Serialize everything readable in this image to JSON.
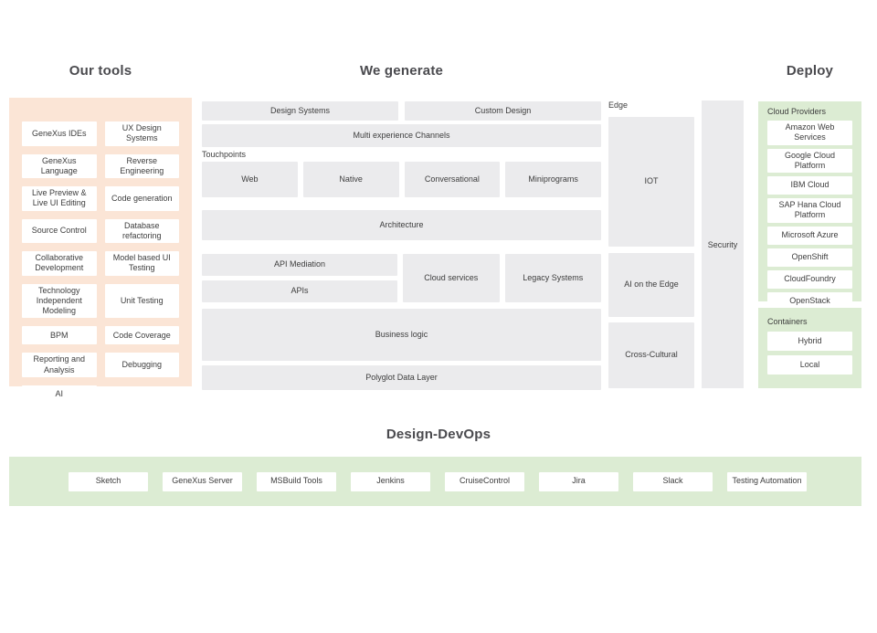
{
  "headers": {
    "our_tools": "Our tools",
    "we_generate": "We generate",
    "deploy": "Deploy",
    "design_devops": "Design-DevOps"
  },
  "tools": {
    "items": [
      "GeneXus IDEs",
      "UX Design Systems",
      "GeneXus Language",
      "Reverse Engineering",
      "Live Preview & Live UI Editing",
      "Code generation",
      "Source Control",
      "Database refactoring",
      "Collaborative Development",
      "Model based UI Testing",
      "Technology Independent Modeling",
      "Unit Testing",
      "BPM",
      "Code Coverage",
      "Reporting and Analysis",
      "Debugging",
      "AI"
    ]
  },
  "generate": {
    "design_systems": "Design Systems",
    "custom_design": "Custom Design",
    "multi_experience": "Multi experience Channels",
    "touchpoints_label": "Touchpoints",
    "touchpoints": [
      "Web",
      "Native",
      "Conversational",
      "Miniprograms"
    ],
    "architecture": "Architecture",
    "api_mediation": "API Mediation",
    "apis": "APIs",
    "cloud_services": "Cloud services",
    "legacy_systems": "Legacy Systems",
    "business_logic": "Business logic",
    "polyglot_data_layer": "Polyglot Data Layer"
  },
  "edge": {
    "label": "Edge",
    "items": [
      "IOT",
      "AI on the Edge",
      "Cross-Cultural"
    ]
  },
  "security": {
    "label": "Security"
  },
  "deploy": {
    "cloud_providers_label": "Cloud Providers",
    "cloud_providers": [
      "Amazon Web Services",
      "Google Cloud Platform",
      "IBM Cloud",
      "SAP Hana Cloud Platform",
      "Microsoft Azure",
      "OpenShift",
      "CloudFoundry",
      "OpenStack"
    ],
    "containers_label": "Containers",
    "containers": [
      "Hybrid",
      "Local"
    ]
  },
  "devops": {
    "items": [
      "Sketch",
      "GeneXus Server",
      "MSBuild Tools",
      "Jenkins",
      "CruiseControl",
      "Jira",
      "Slack",
      "Testing Automation"
    ]
  },
  "colors": {
    "peach": "#fbe5d6",
    "green": "#dcecd3",
    "box_gray": "#ebebed"
  }
}
